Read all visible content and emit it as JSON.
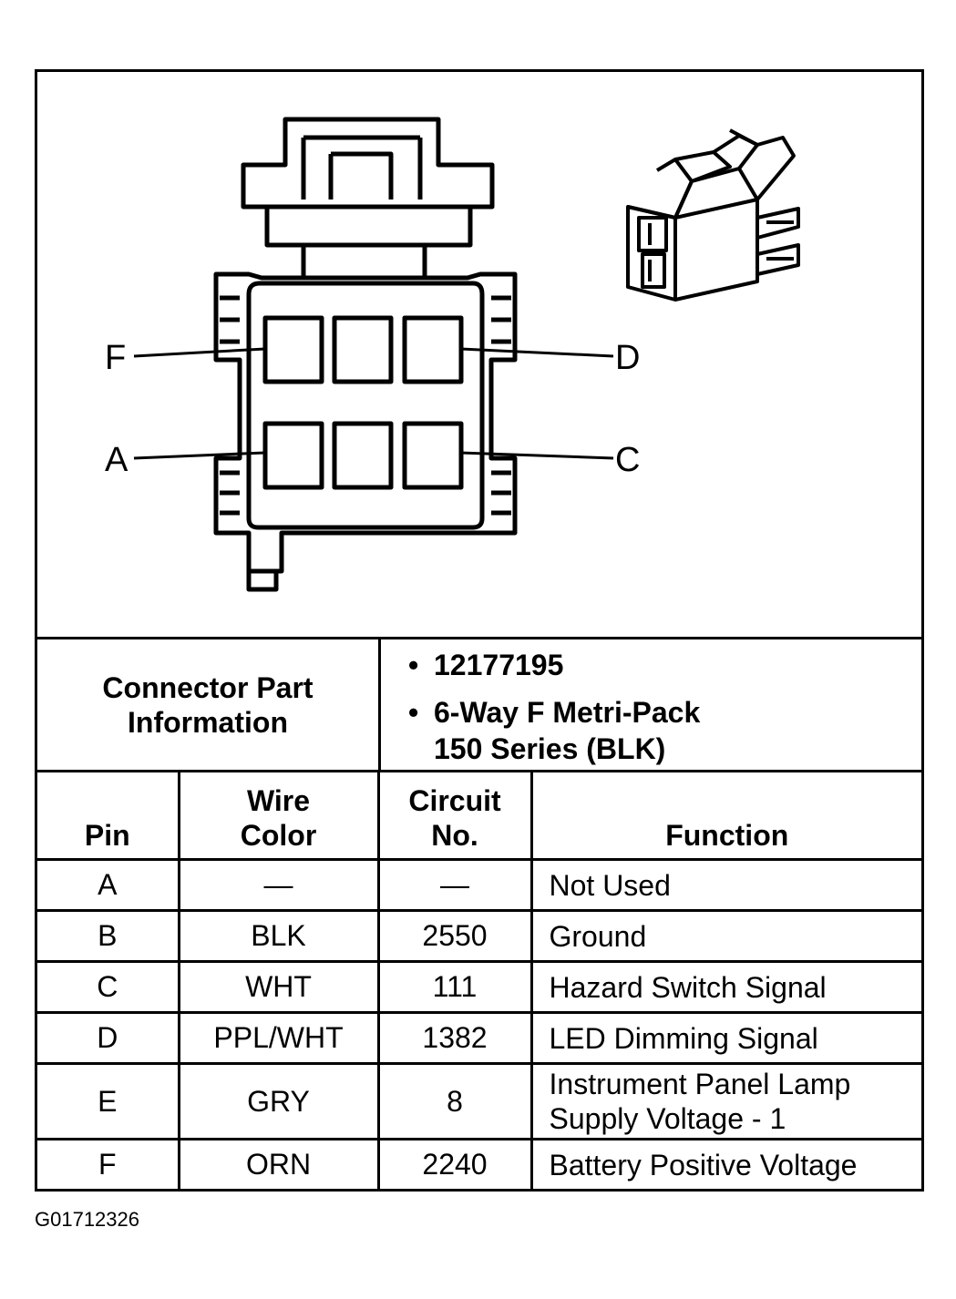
{
  "diagram": {
    "pin_labels": {
      "f": "F",
      "d": "D",
      "a": "A",
      "c": "C"
    }
  },
  "connector_info": {
    "heading_line1": "Connector Part",
    "heading_line2": "Information",
    "part_number": "12177195",
    "description_line1": "6-Way F Metri-Pack",
    "description_line2": "150 Series (BLK)",
    "bullet": "•"
  },
  "table": {
    "headers": {
      "pin": "Pin",
      "wire_color_line1": "Wire",
      "wire_color_line2": "Color",
      "circuit_line1": "Circuit",
      "circuit_line2": "No.",
      "function": "Function"
    },
    "rows": [
      {
        "pin": "A",
        "wire_color": "—",
        "circuit": "—",
        "function": "Not Used"
      },
      {
        "pin": "B",
        "wire_color": "BLK",
        "circuit": "2550",
        "function": "Ground"
      },
      {
        "pin": "C",
        "wire_color": "WHT",
        "circuit": "111",
        "function": "Hazard Switch Signal"
      },
      {
        "pin": "D",
        "wire_color": "PPL/WHT",
        "circuit": "1382",
        "function": "LED Dimming Signal"
      },
      {
        "pin": "E",
        "wire_color": "GRY",
        "circuit": "8",
        "function_line1": "Instrument Panel Lamp",
        "function_line2": "Supply Voltage - 1"
      },
      {
        "pin": "F",
        "wire_color": "ORN",
        "circuit": "2240",
        "function": "Battery Positive Voltage"
      }
    ]
  },
  "figure_code": "G01712326"
}
